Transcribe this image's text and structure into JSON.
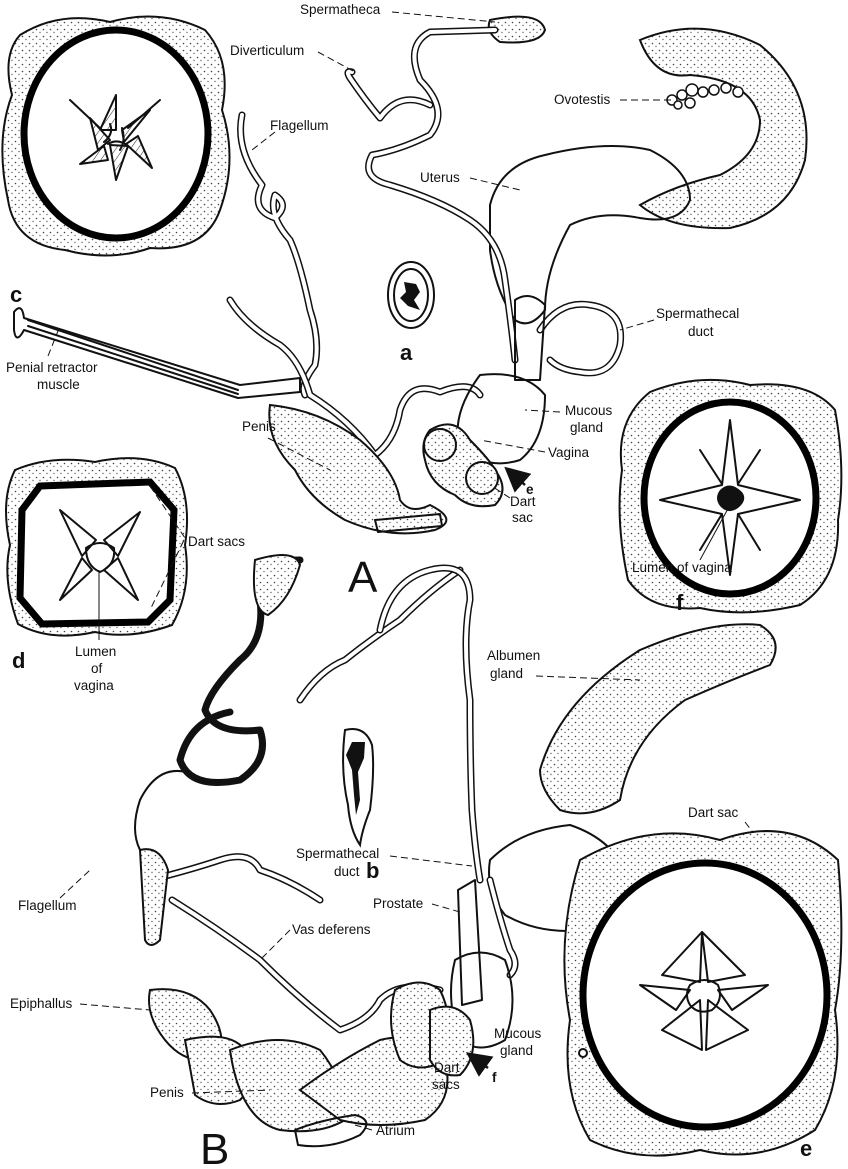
{
  "figure": {
    "big_labels": {
      "A": "A",
      "B": "B"
    },
    "panel_letters": {
      "a": "a",
      "b": "b",
      "c": "c",
      "d": "d",
      "e": "e",
      "f": "f"
    },
    "labels_A": {
      "spermatheca": "Spermatheca",
      "diverticulum": "Diverticulum",
      "ovotestis": "Ovotestis",
      "flagellum": "Flagellum",
      "uterus": "Uterus",
      "spermathecal_duct_1": "Spermathecal",
      "spermathecal_duct_2": "duct",
      "penial_retractor_1": "Penial retractor",
      "penial_retractor_2": "muscle",
      "mucous_gland_1": "Mucous",
      "mucous_gland_2": "gland",
      "penis": "Penis",
      "vagina": "Vagina",
      "arrow_e": "e",
      "dart_sac_1": "Dart",
      "dart_sac_2": "sac"
    },
    "labels_d": {
      "dart_sacs": "Dart sacs",
      "lumen_1": "Lumen",
      "lumen_2": "of",
      "lumen_3": "vagina"
    },
    "labels_f": {
      "lumen_of_vagina": "Lumen of vagina"
    },
    "labels_B": {
      "albumen_gland_1": "Albumen",
      "albumen_gland_2": "gland",
      "dart_sac": "Dart sac",
      "spermathecal_duct_1": "Spermathecal",
      "spermathecal_duct_2": "duct",
      "prostate": "Prostate",
      "flagellum": "Flagellum",
      "vas_deferens": "Vas deferens",
      "epiphallus": "Epiphallus",
      "mucous_gland_1": "Mucous",
      "mucous_gland_2": "gland",
      "arrow_f": "f",
      "dart_sacs_1": "Dart",
      "dart_sacs_2": "sacs",
      "penis": "Penis",
      "atrium": "Atrium"
    }
  }
}
